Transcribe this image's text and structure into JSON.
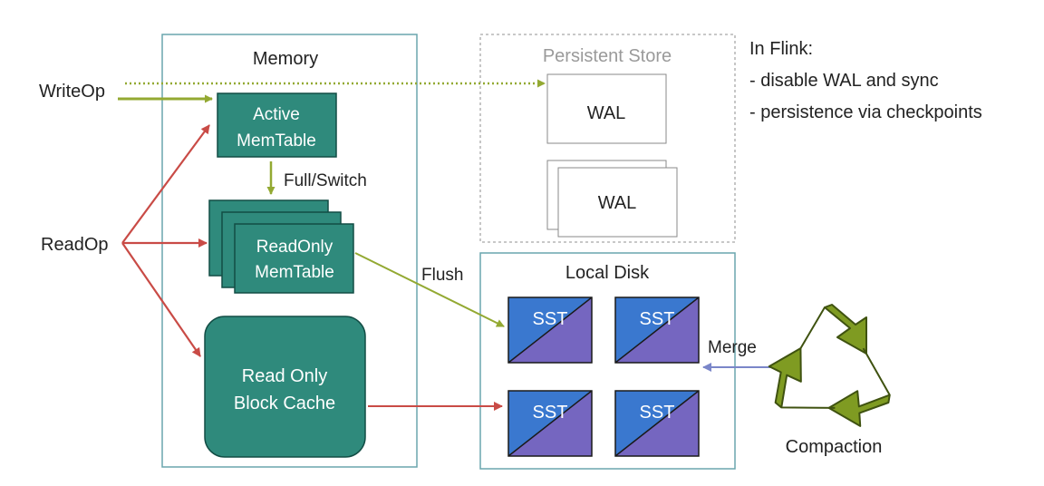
{
  "diagram": {
    "memory": {
      "title": "Memory"
    },
    "persistent_store": {
      "title": "Persistent Store",
      "wal_1": "WAL",
      "wal_2": "WAL"
    },
    "local_disk": {
      "title": "Local Disk",
      "sst_labels": [
        "SST",
        "SST",
        "SST",
        "SST"
      ]
    },
    "operations": {
      "write": "WriteOp",
      "read": "ReadOp"
    },
    "active_memtable": {
      "line1": "Active",
      "line2": "MemTable"
    },
    "readonly_memtable": {
      "line1": "ReadOnly",
      "line2": "MemTable"
    },
    "block_cache": {
      "line1": "Read Only",
      "line2": "Block Cache"
    },
    "edge_labels": {
      "full_switch": "Full/Switch",
      "flush": "Flush",
      "merge": "Merge"
    },
    "compaction": {
      "label": "Compaction"
    },
    "notes": {
      "heading": "In Flink:",
      "items": [
        "- disable WAL and sync",
        "- persistence via checkpoints"
      ]
    }
  },
  "colors": {
    "teal_fill": "#2f8a7c",
    "teal_border": "#124d45",
    "container_border": "#6aa6ad",
    "sst_blue": "#3a78cf",
    "sst_purple": "#7566c0",
    "green_arrow": "#93a932",
    "red_arrow": "#c94b46",
    "blue_arrow": "#7a86c9",
    "recycle_green": "#7f9b22"
  }
}
